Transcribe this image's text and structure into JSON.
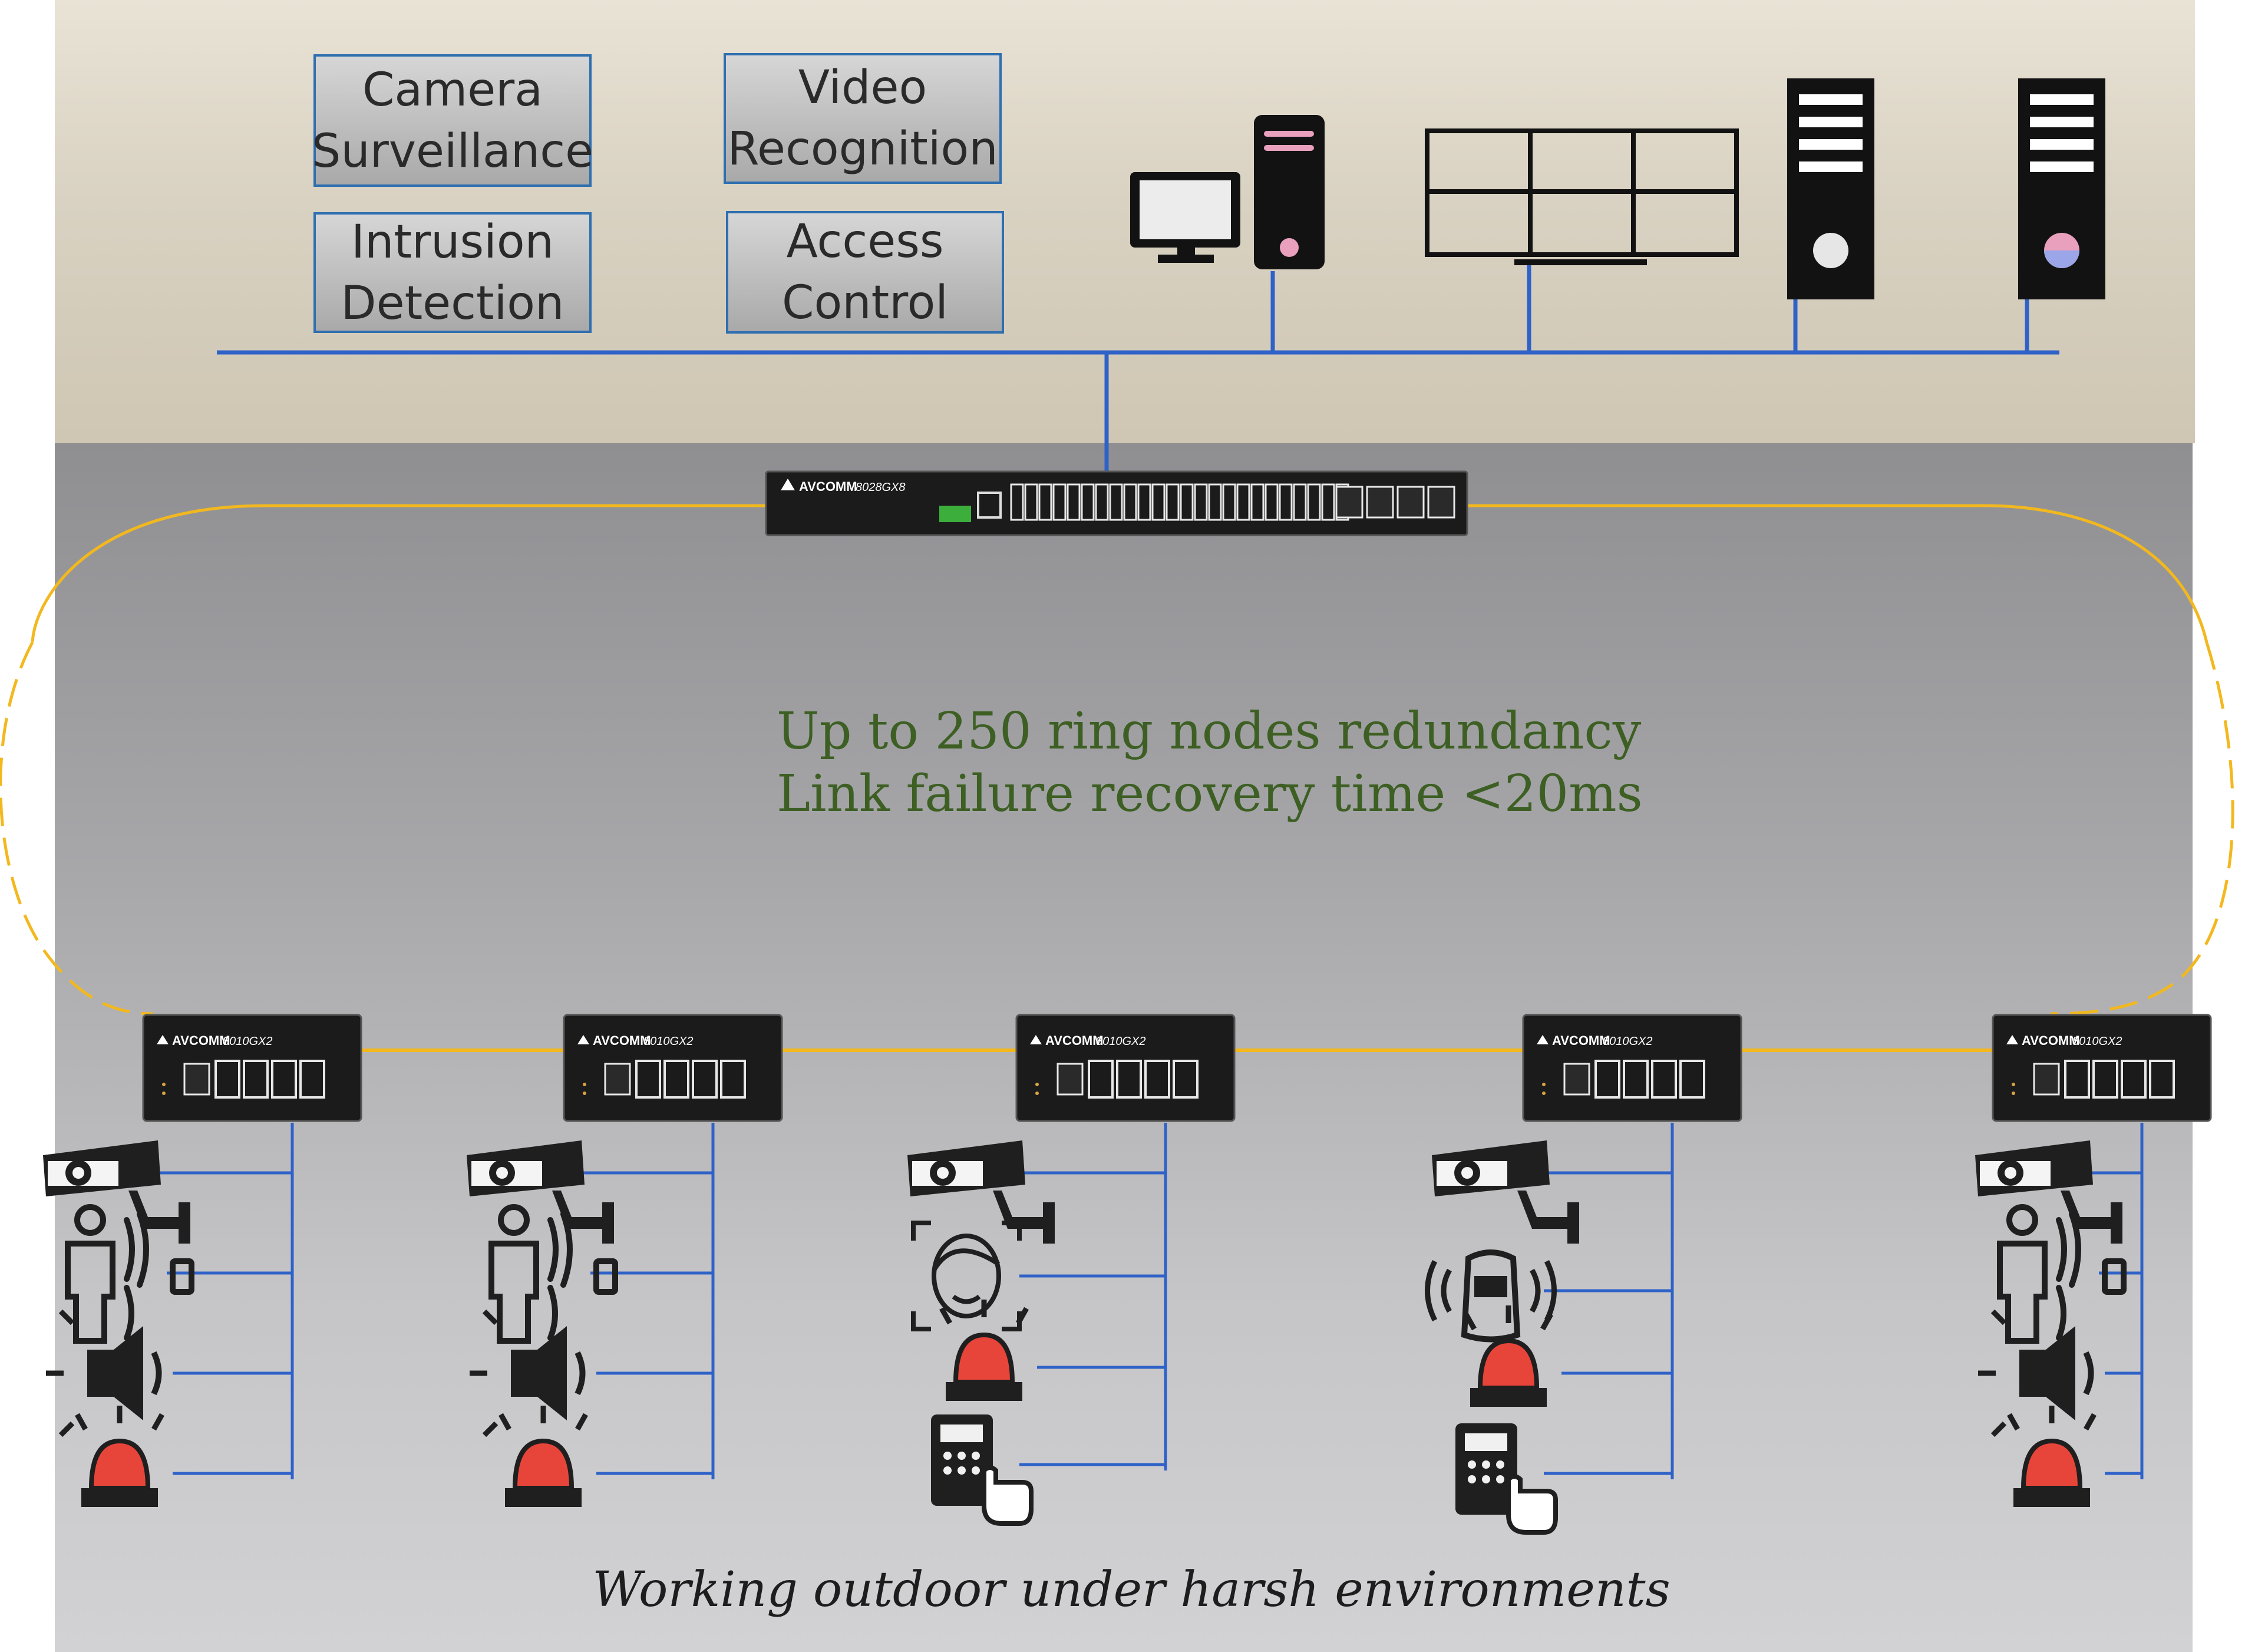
{
  "apps": {
    "camera_surveillance": "Camera\nSurveillance",
    "video_recognition": "Video\nRecognition",
    "intrusion_detection": "Intrusion\nDetection",
    "access_control": "Access\nControl"
  },
  "core_switch": {
    "brand": "AVCOMM",
    "model": "8028GX8"
  },
  "ring": {
    "line1": "Up to 250 ring nodes redundancy",
    "line2": "Link failure recovery time <20ms"
  },
  "edge_switches": [
    {
      "brand": "AVCOMM",
      "model": "8010GX2",
      "devices": [
        "camera",
        "intrusion-sensor",
        "speaker",
        "alarm-light"
      ]
    },
    {
      "brand": "AVCOMM",
      "model": "8010GX2",
      "devices": [
        "camera",
        "intrusion-sensor",
        "speaker",
        "alarm-light"
      ]
    },
    {
      "brand": "AVCOMM",
      "model": "8010GX2",
      "devices": [
        "camera",
        "face-recognition",
        "alarm-light",
        "access-keypad"
      ]
    },
    {
      "brand": "AVCOMM",
      "model": "8010GX2",
      "devices": [
        "camera",
        "vehicle-detection",
        "alarm-light",
        "access-keypad"
      ]
    },
    {
      "brand": "AVCOMM",
      "model": "8010GX2",
      "devices": [
        "camera",
        "intrusion-sensor",
        "speaker",
        "alarm-light"
      ]
    }
  ],
  "footer": "Working outdoor under harsh environments",
  "colors": {
    "ring": "#f2b81e",
    "link": "#2f62c8",
    "box_border": "#2f6fb0",
    "ring_text": "#3d5f23",
    "alarm": "#e8453a"
  }
}
